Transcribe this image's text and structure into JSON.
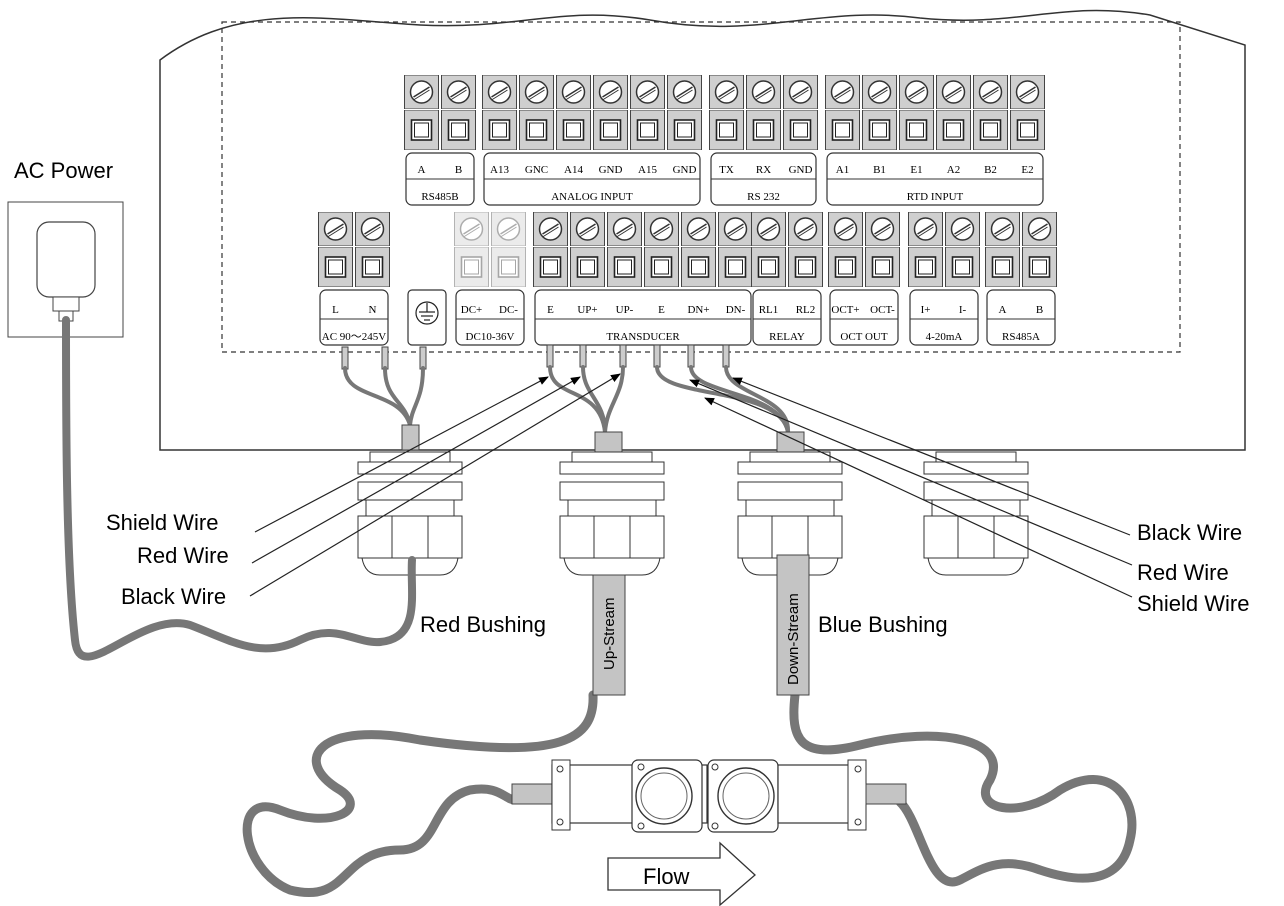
{
  "labels": {
    "ac_power": "AC Power",
    "left_wires": [
      "Shield Wire",
      "Red Wire",
      "Black Wire"
    ],
    "right_wires": [
      "Black Wire",
      "Red Wire",
      "Shield Wire"
    ],
    "red_bushing": "Red Bushing",
    "blue_bushing": "Blue Bushing",
    "up_stream": "Up-Stream",
    "down_stream": "Down-Stream",
    "flow": "Flow"
  },
  "top_blocks": [
    {
      "id": "rs485b",
      "terms": [
        "A",
        "B"
      ],
      "group": "RS485B"
    },
    {
      "id": "analog",
      "terms": [
        "A13",
        "GNC",
        "A14",
        "GND",
        "A15",
        "GND"
      ],
      "group": "ANALOG INPUT"
    },
    {
      "id": "rs232",
      "terms": [
        "TX",
        "RX",
        "GND"
      ],
      "group": "RS 232"
    },
    {
      "id": "rtd",
      "terms": [
        "A1",
        "B1",
        "E1",
        "A2",
        "B2",
        "E2"
      ],
      "group": "RTD INPUT"
    }
  ],
  "bottom_blocks": [
    {
      "id": "ac",
      "terms": [
        "L",
        "N"
      ],
      "group": "AC 90～245V"
    },
    {
      "id": "dc",
      "terms": [
        "DC+",
        "DC-"
      ],
      "group": "DC10-36V"
    },
    {
      "id": "transducer",
      "terms": [
        "E",
        "UP+",
        "UP-",
        "E",
        "DN+",
        "DN-"
      ],
      "group": "TRANSDUCER"
    },
    {
      "id": "relay",
      "terms": [
        "RL1",
        "RL2"
      ],
      "group": "RELAY"
    },
    {
      "id": "oct",
      "terms": [
        "OCT+",
        "OCT-"
      ],
      "group": "OCT OUT"
    },
    {
      "id": "ma",
      "terms": [
        "I+",
        "I-"
      ],
      "group": "4-20mA"
    },
    {
      "id": "rs485a",
      "terms": [
        "A",
        "B"
      ],
      "group": "RS485A"
    }
  ]
}
